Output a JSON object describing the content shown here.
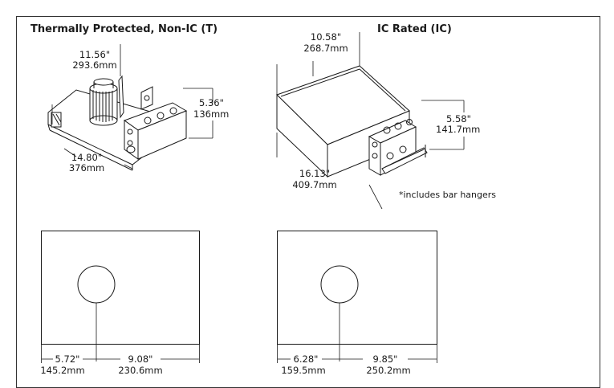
{
  "section_left": {
    "title": "Thermally Protected, Non-IC (T)",
    "dim_width_in": "11.56\"",
    "dim_width_mm": "293.6mm",
    "dim_height_in": "5.36\"",
    "dim_height_mm": "136mm",
    "dim_length_in": "14.80\"",
    "dim_length_mm": "376mm",
    "cutout_left_in": "5.72\"",
    "cutout_left_mm": "145.2mm",
    "cutout_right_in": "9.08\"",
    "cutout_right_mm": "230.6mm"
  },
  "section_right": {
    "title": "IC Rated (IC)",
    "dim_width_in": "10.58\"",
    "dim_width_mm": "268.7mm",
    "dim_height_in": "5.58\"",
    "dim_height_mm": "141.7mm",
    "dim_length_in": "16.13\"",
    "dim_length_mm": "409.7mm",
    "note": "*includes bar hangers",
    "cutout_left_in": "6.28\"",
    "cutout_left_mm": "159.5mm",
    "cutout_right_in": "9.85\"",
    "cutout_right_mm": "250.2mm"
  }
}
